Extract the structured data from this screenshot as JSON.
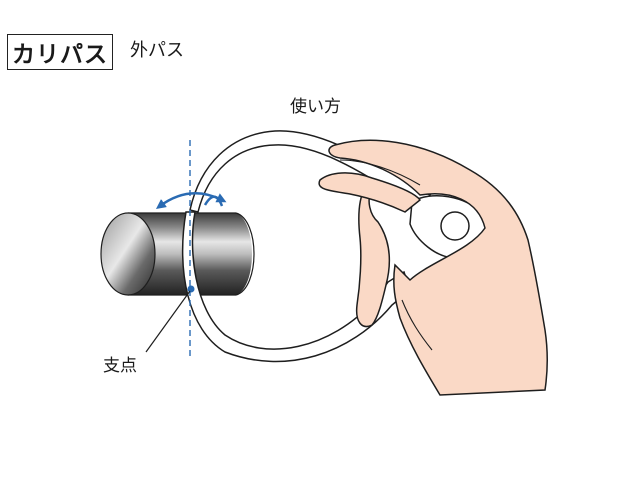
{
  "header": {
    "title": "カリパス",
    "subtitle": "外パス"
  },
  "labels": {
    "usage": "使い方",
    "fulcrum": "支点"
  },
  "colors": {
    "skin": "#fad9c6",
    "outline": "#1e1e1e",
    "caliper_fill": "#ffffff",
    "accent_blue": "#2a6bb3",
    "rod_dark": "#2b2b2b",
    "rod_light": "#e0e0e0"
  },
  "icons": {
    "rotation": "double-headed-curved-arrow-icon",
    "axis": "dashed-vertical-axis",
    "fulcrum": "blue-dot"
  }
}
